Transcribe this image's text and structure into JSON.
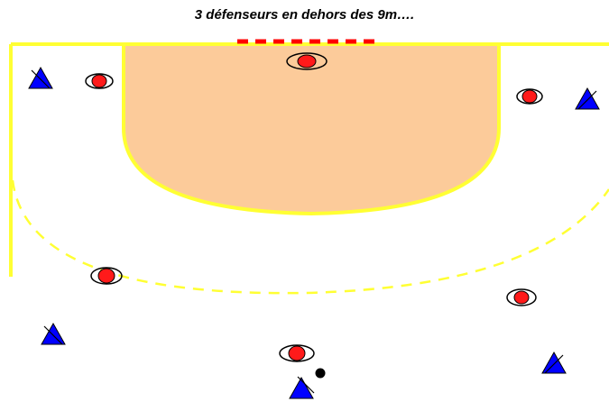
{
  "title": "3 défenseurs en dehors des 9m….",
  "colors": {
    "court_line": "#ffff33",
    "goal_area_fill": "#fccb9a",
    "goal_line": "#ff0000",
    "defender_fill": "#ff1a1a",
    "attacker_fill": "#0000ff",
    "ball_fill": "#000000"
  },
  "players": {
    "defenders": [
      "defender-left-wing",
      "defender-center-goal",
      "defender-right-wing",
      "defender-left-back",
      "defender-right-back",
      "defender-center-back"
    ],
    "attackers": [
      "attacker-left-corner",
      "attacker-right-corner",
      "attacker-left-back",
      "attacker-center",
      "attacker-right-back"
    ]
  }
}
